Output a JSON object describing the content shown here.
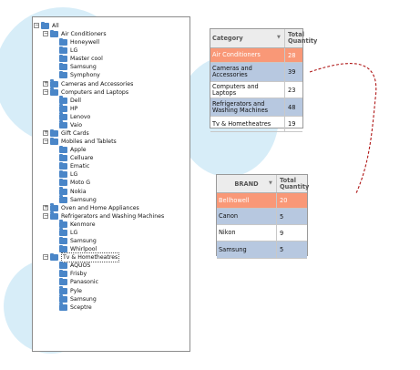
{
  "tree": [
    {
      "label": "All",
      "level": 0,
      "expander": "minus"
    },
    {
      "label": "Air Conditioners",
      "level": 1,
      "expander": "minus"
    },
    {
      "label": "Honeywell",
      "level": 2
    },
    {
      "label": "LG",
      "level": 2
    },
    {
      "label": "Master cool",
      "level": 2
    },
    {
      "label": "Samsung",
      "level": 2
    },
    {
      "label": "Symphony",
      "level": 2
    },
    {
      "label": "Cameras and Accessories",
      "level": 1,
      "expander": "plus"
    },
    {
      "label": "Computers and Laptops",
      "level": 1,
      "expander": "minus"
    },
    {
      "label": "Dell",
      "level": 2
    },
    {
      "label": "HP",
      "level": 2
    },
    {
      "label": "Lenovo",
      "level": 2
    },
    {
      "label": "Vaio",
      "level": 2
    },
    {
      "label": "Gift Cards",
      "level": 1,
      "expander": "plus"
    },
    {
      "label": "Mobiles and Tablets",
      "level": 1,
      "expander": "minus"
    },
    {
      "label": "Apple",
      "level": 2
    },
    {
      "label": "Celluare",
      "level": 2
    },
    {
      "label": "Ematic",
      "level": 2
    },
    {
      "label": "LG",
      "level": 2
    },
    {
      "label": "Moto G",
      "level": 2
    },
    {
      "label": "Nokia",
      "level": 2
    },
    {
      "label": "Samsung",
      "level": 2
    },
    {
      "label": "Oven and Home Appliances",
      "level": 1,
      "expander": "plus"
    },
    {
      "label": "Refrigerators and Washing Machines",
      "level": 1,
      "expander": "minus"
    },
    {
      "label": "Kenmore",
      "level": 2
    },
    {
      "label": "LG",
      "level": 2
    },
    {
      "label": "Samsung",
      "level": 2
    },
    {
      "label": "Whirlpool",
      "level": 2
    },
    {
      "label": "Tv & Hometheatres",
      "level": 1,
      "expander": "minus",
      "selected": true
    },
    {
      "label": "AQUOS",
      "level": 2
    },
    {
      "label": "Frisby",
      "level": 2
    },
    {
      "label": "Panasonic",
      "level": 2
    },
    {
      "label": "Pyle",
      "level": 2
    },
    {
      "label": "Samsung",
      "level": 2
    },
    {
      "label": "Sceptre",
      "level": 2
    }
  ],
  "category_grid": {
    "col_category": "Category",
    "col_total": "Total Quantity",
    "rows": [
      {
        "name": "Air Conditioners",
        "qty": "28",
        "style": "selected"
      },
      {
        "name": "Cameras and Accessories",
        "qty": "39",
        "style": "alt"
      },
      {
        "name": "Computers and Laptops",
        "qty": "23",
        "style": "plain"
      },
      {
        "name": "Refrigerators and Washing Machines",
        "qty": "48",
        "style": "alt"
      },
      {
        "name": "Tv & Hometheatres",
        "qty": "19",
        "style": "plain"
      }
    ]
  },
  "brand_grid": {
    "col_brand": "BRAND",
    "col_total": "Total Quantity",
    "rows": [
      {
        "name": "Bellhowell",
        "qty": "20",
        "style": "selected"
      },
      {
        "name": "Canon",
        "qty": "5",
        "style": "alt"
      },
      {
        "name": "Nikon",
        "qty": "9",
        "style": "plain"
      },
      {
        "name": "Samsung",
        "qty": "5",
        "style": "alt"
      }
    ]
  },
  "colors": {
    "selected_row": "#f99877",
    "alt_row": "#b7c8e0",
    "folder": "#4a86c8",
    "connector": "#b01818",
    "bubble": "#d7edf8"
  },
  "icons": {
    "folder": "folder-icon",
    "expand": "expand-icon",
    "collapse": "collapse-icon",
    "sort": "sort-icon"
  }
}
